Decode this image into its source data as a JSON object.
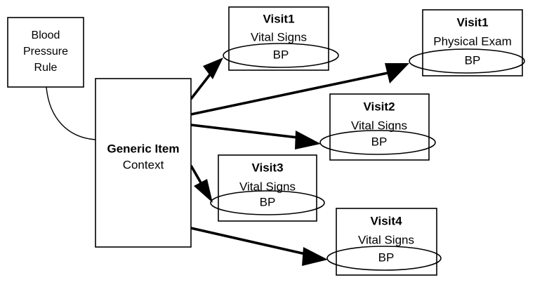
{
  "diagram": {
    "title": "Blood Pressure Rule applied to Generic Item Context across visits",
    "colors": {
      "background": "#ffffff",
      "stroke": "#000000",
      "text": "#000000"
    },
    "rule_node": {
      "line1": "Blood",
      "line2": "Pressure",
      "line3": "Rule"
    },
    "generic_node": {
      "title": "Generic Item",
      "subtitle": "Context"
    },
    "visit_nodes": [
      {
        "id": "visit1-vital-signs",
        "title": "Visit1",
        "subtitle": "Vital Signs",
        "ellipse_label": "BP"
      },
      {
        "id": "visit1-physical-exam",
        "title": "Visit1",
        "subtitle": "Physical Exam",
        "ellipse_label": "BP"
      },
      {
        "id": "visit2-vital-signs",
        "title": "Visit2",
        "subtitle": "Vital Signs",
        "ellipse_label": "BP"
      },
      {
        "id": "visit3-vital-signs",
        "title": "Visit3",
        "subtitle": "Vital Signs",
        "ellipse_label": "BP"
      },
      {
        "id": "visit4-vital-signs",
        "title": "Visit4",
        "subtitle": "Vital Signs",
        "ellipse_label": "BP"
      }
    ],
    "connectors": [
      {
        "id": "rule-to-generic",
        "kind": "curve",
        "from": "rule_node",
        "to": "generic_node"
      },
      {
        "id": "generic-to-visit1-vital-signs",
        "kind": "arrow",
        "from": "generic_node",
        "to": "visit1-vital-signs"
      },
      {
        "id": "generic-to-visit1-physical-exam",
        "kind": "arrow",
        "from": "generic_node",
        "to": "visit1-physical-exam"
      },
      {
        "id": "generic-to-visit2-vital-signs",
        "kind": "arrow",
        "from": "generic_node",
        "to": "visit2-vital-signs"
      },
      {
        "id": "generic-to-visit3-vital-signs",
        "kind": "arrow",
        "from": "generic_node",
        "to": "visit3-vital-signs"
      },
      {
        "id": "generic-to-visit4-vital-signs",
        "kind": "arrow",
        "from": "generic_node",
        "to": "visit4-vital-signs"
      }
    ]
  }
}
